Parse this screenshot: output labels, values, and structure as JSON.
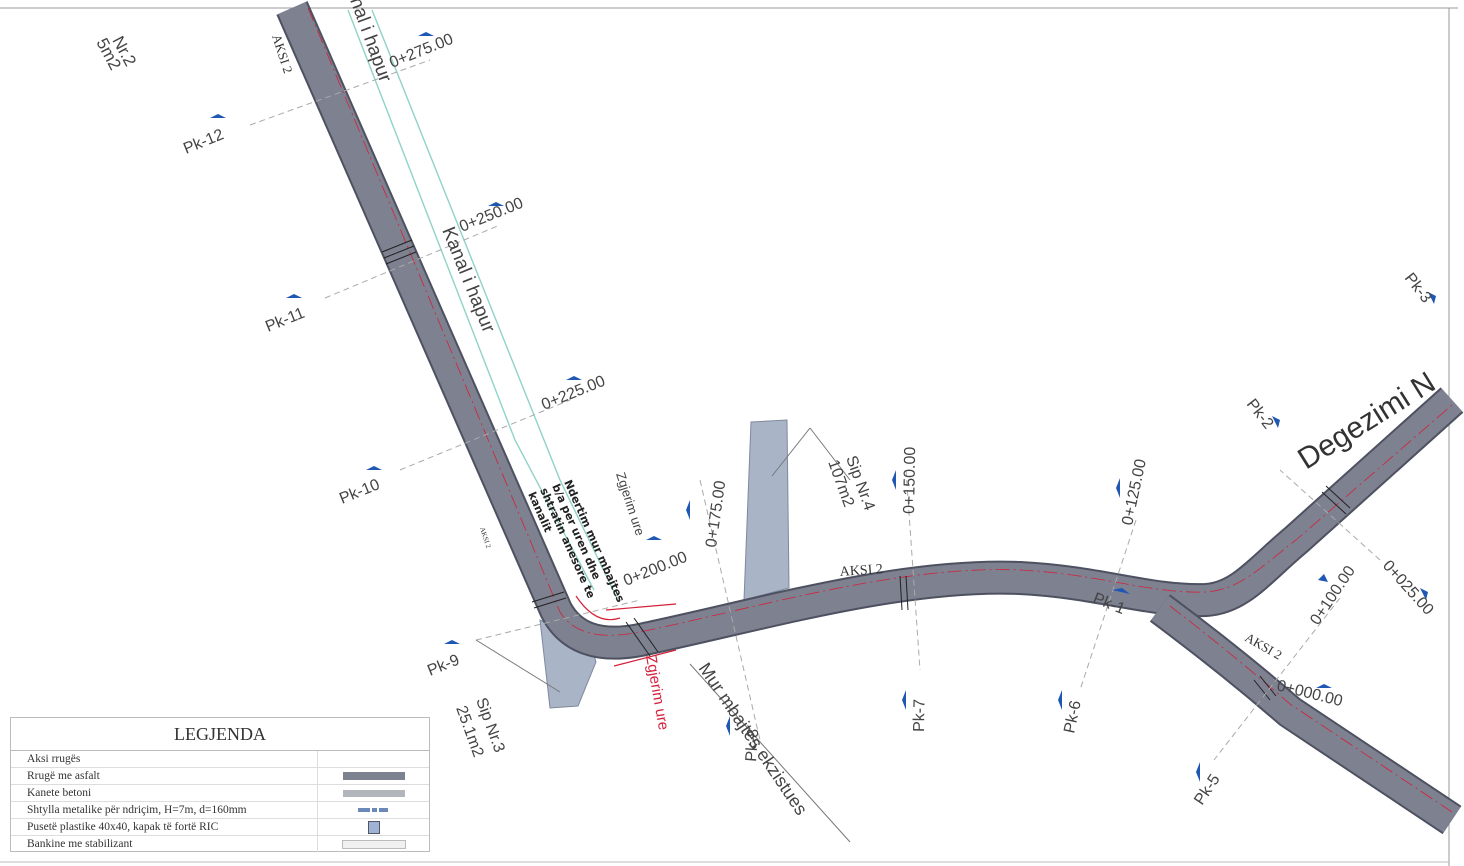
{
  "labels": {
    "sip_top_nr": "Nr.2",
    "sip_top_area": "5m2",
    "kanal_top": "nal i hapur",
    "kanal_mid": "Kanal i hapur",
    "aksi2_top": "AKSI 2",
    "aksi2_small": "AKSI 2",
    "aksi2_main": "AKSI 2",
    "aksi2_right": "AKSI 2",
    "ch_275": "0+275.00",
    "ch_250": "0+250.00",
    "ch_225": "0+225.00",
    "ch_200": "0+200.00",
    "ch_175": "0+175.00",
    "ch_150": "0+150.00",
    "ch_125": "0+125.00",
    "ch_100": "0+100.00",
    "ch_025": "0+025.00",
    "ch_000": "0+000.00",
    "pk_12": "Pk-12",
    "pk_11": "Pk-11",
    "pk_10": "Pk-10",
    "pk_9": "Pk-9",
    "pk_8": "Pk-8",
    "pk_7": "Pk-7",
    "pk_6": "Pk-6",
    "pk_5": "Pk-5",
    "pk_3": "Pk-3",
    "pk_2": "Pk-2",
    "pk_1": "Pk-1",
    "sip4_nr": "Sip Nr.4",
    "sip4_area": "107m2",
    "sip3_nr": "Sip Nr.3",
    "sip3_area": "25.1m2",
    "zgjerim_top": "Zgjerim ure",
    "zgjerim_bottom": "Zgjerim ure",
    "ndertim_1": "Ndertim mur mbajtes",
    "ndertim_2": "b/a per uren dhe",
    "ndertim_3": "shtratin anesore te",
    "ndertim_4": "kanalit",
    "mur_mbajtes": "Mur mbajtes ekzistues",
    "degezimi": "Degezimi N"
  },
  "legend": {
    "title": "LEGJENDA",
    "rows": [
      "Aksi rrugës",
      "Rrugë me asfalt",
      "Kanete betoni",
      "Shtylla metalike për ndriçim, H=7m, d=160mm",
      "Pusetë plastike 40x40, kapak të fortë RIC",
      "Bankine me stabilizant"
    ]
  },
  "colors": {
    "road_asphalt": "#7d8190",
    "road_edge": "#4d5160",
    "kanete": "#b2b5bb",
    "sip_fill": "#aab4c7",
    "canal_line": "#8fd3c6",
    "axis_red": "#d4213a",
    "marker_blue": "#1f57b5"
  }
}
